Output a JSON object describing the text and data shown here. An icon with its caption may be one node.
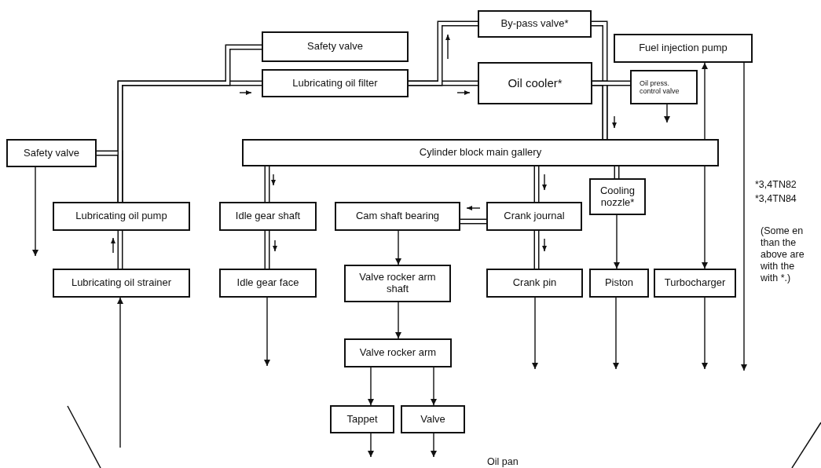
{
  "diagram": {
    "nodes": [
      {
        "text": [
          "By-pass valve*"
        ]
      },
      {
        "text": [
          "Safety valve"
        ]
      },
      {
        "text": [
          "Fuel injection pump"
        ]
      },
      {
        "text": [
          "Lubricating oil filter"
        ]
      },
      {
        "text": [
          "Oil cooler*"
        ]
      },
      {
        "text": [
          "Oil press. control valve"
        ]
      },
      {
        "text": [
          "Safety valve"
        ]
      },
      {
        "text": [
          "Cylinder block main gallery"
        ]
      },
      {
        "text": [
          "Lubricating oil pump"
        ]
      },
      {
        "text": [
          "Idle gear shaft"
        ]
      },
      {
        "text": [
          "Cam shaft bearing"
        ]
      },
      {
        "text": [
          "Crank journal"
        ]
      },
      {
        "text": [
          "Cooling nozzle*"
        ]
      },
      {
        "text": [
          "Lubricating oil strainer"
        ]
      },
      {
        "text": [
          "Idle gear face"
        ]
      },
      {
        "text": [
          "Valve rocker arm shaft"
        ]
      },
      {
        "text": [
          "Crank pin"
        ]
      },
      {
        "text": [
          "Piston"
        ]
      },
      {
        "text": [
          "Turbocharger"
        ]
      },
      {
        "text": [
          "Valve rocker arm"
        ]
      },
      {
        "text": [
          "Tappet"
        ]
      },
      {
        "text": [
          "Valve"
        ]
      }
    ],
    "edges": [
      {
        "from": 8,
        "to": 3,
        "arrow": "none",
        "style": "thick"
      },
      {
        "from": 8,
        "to": 6,
        "arrow": "none",
        "style": "thick"
      },
      {
        "from": 8,
        "to": 1,
        "arrow": "none",
        "style": "thick"
      },
      {
        "from": 3,
        "to": 4,
        "arrow": "none",
        "style": "thick"
      },
      {
        "from": 3,
        "to": 0,
        "arrow": "none",
        "style": "thick"
      },
      {
        "from": 0,
        "to": 7,
        "arrow": "none",
        "style": "thick"
      },
      {
        "from": 4,
        "to": 7,
        "arrow": "none",
        "style": "thick"
      },
      {
        "from": 4,
        "to": 5,
        "arrow": "none",
        "style": "thick"
      },
      {
        "from": 5,
        "to": null,
        "arrow": "to"
      },
      {
        "from": 6,
        "to": null,
        "arrow": "to"
      },
      {
        "from": 7,
        "to": 9,
        "arrow": "none",
        "style": "thick"
      },
      {
        "from": 9,
        "to": 14,
        "arrow": "none",
        "style": "thick"
      },
      {
        "from": 14,
        "to": null,
        "arrow": "to"
      },
      {
        "from": 7,
        "to": 11,
        "arrow": "none",
        "style": "thick"
      },
      {
        "from": 11,
        "to": 10,
        "arrow": "none",
        "style": "thick"
      },
      {
        "from": 11,
        "to": 16,
        "arrow": "none",
        "style": "thick"
      },
      {
        "from": 16,
        "to": null,
        "arrow": "to"
      },
      {
        "from": 7,
        "to": 12,
        "arrow": "none",
        "style": "thick"
      },
      {
        "from": 12,
        "to": 17,
        "arrow": "to"
      },
      {
        "from": 17,
        "to": null,
        "arrow": "to"
      },
      {
        "from": 10,
        "to": 15,
        "arrow": "to"
      },
      {
        "from": 15,
        "to": 19,
        "arrow": "to"
      },
      {
        "from": 19,
        "to": 20,
        "arrow": "to"
      },
      {
        "from": 19,
        "to": 21,
        "arrow": "to"
      },
      {
        "from": 20,
        "to": null,
        "arrow": "to"
      },
      {
        "from": 21,
        "to": null,
        "arrow": "to"
      },
      {
        "from": 7,
        "to": 2,
        "arrow": "to"
      },
      {
        "from": 7,
        "to": 18,
        "arrow": "to"
      },
      {
        "from": 18,
        "to": null,
        "arrow": "to"
      },
      {
        "from": 2,
        "to": null,
        "arrow": "to"
      },
      {
        "from": null,
        "to": 13,
        "arrow": "to"
      },
      {
        "from": 13,
        "to": 8,
        "arrow": "none",
        "style": "thick"
      }
    ],
    "labels": [
      "*3,4TN82",
      "*3,4TN84",
      "(Some en than the above are with the with *.)",
      "Oil pan"
    ]
  }
}
